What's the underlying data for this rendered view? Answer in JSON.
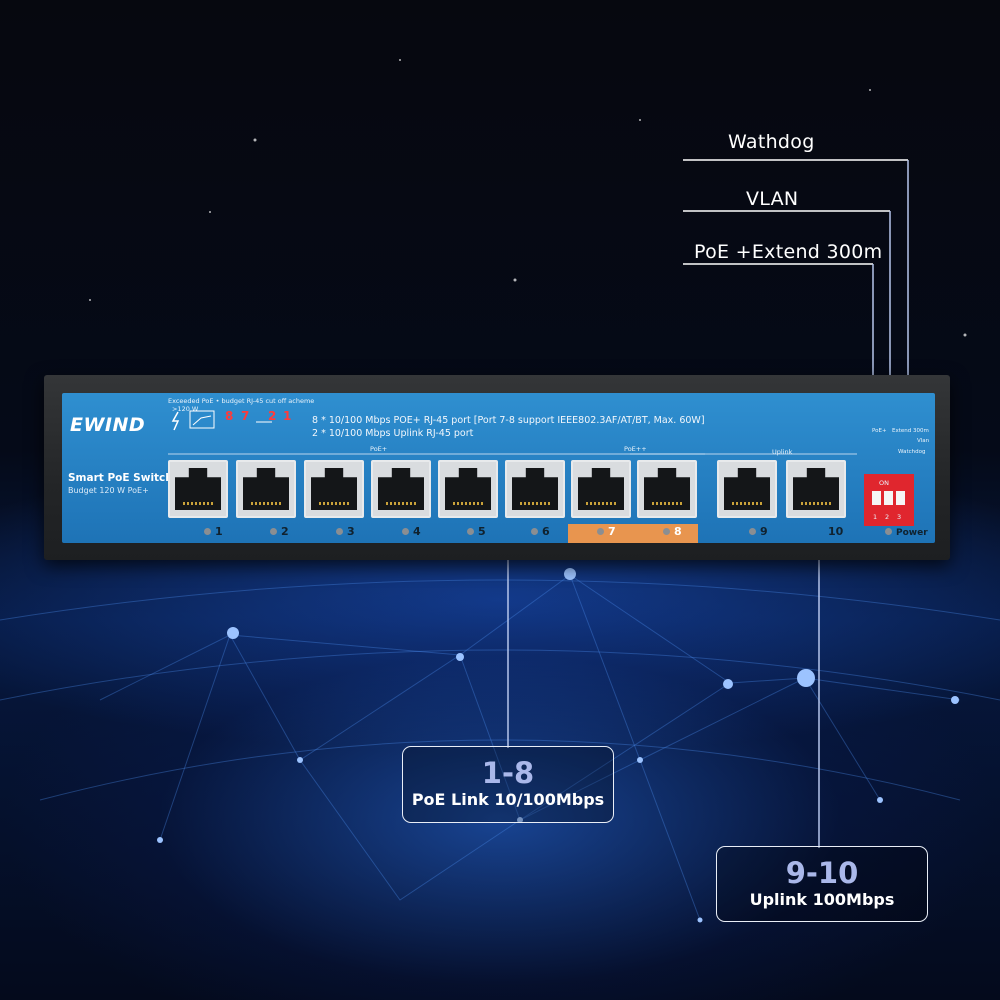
{
  "product": {
    "brand": "EWIND",
    "title": "Smart PoE Switch",
    "budget": "Budget 120 W PoE+",
    "spec_line_1": "8 * 10/100 Mbps POE+ RJ-45 port [Port 7-8 support IEEE802.3AF/AT/BT, Max. 60W]",
    "spec_line_2": "2 * 10/100 Mbps Uplink RJ-45 port",
    "cutoff_label": "Exceeded PoE • budget  RJ-45 cut off acheme",
    "cutoff_watt": ">120 W",
    "cutoff_order": [
      "8",
      "7",
      "2",
      "1"
    ],
    "group_poe": "PoE+",
    "group_poepp": "PoE++",
    "group_uplink": "Uplink",
    "ports": [
      "1",
      "2",
      "3",
      "4",
      "5",
      "6",
      "7",
      "8",
      "9",
      "10"
    ],
    "power_label": "Power",
    "dip_on": "ON",
    "dip_numbers": [
      "1",
      "2",
      "3"
    ],
    "dip_labels": [
      "PoE+",
      "Extend 300m",
      "Vlan",
      "Watchdog"
    ]
  },
  "callouts": {
    "watchdog": "Wathdog",
    "vlan": "VLAN",
    "poe_extend": "PoE +Extend 300m",
    "poe_ports_range": "1-8",
    "poe_ports_desc": "PoE Link 10/100Mbps",
    "uplink_range": "9-10",
    "uplink_desc": "Uplink 100Mbps"
  },
  "colors": {
    "panel_blue": "#2584c7",
    "dip_red": "#e0262e",
    "poe_plus_plus_orange": "#e8954f",
    "callout_number": "#aab8ea"
  }
}
